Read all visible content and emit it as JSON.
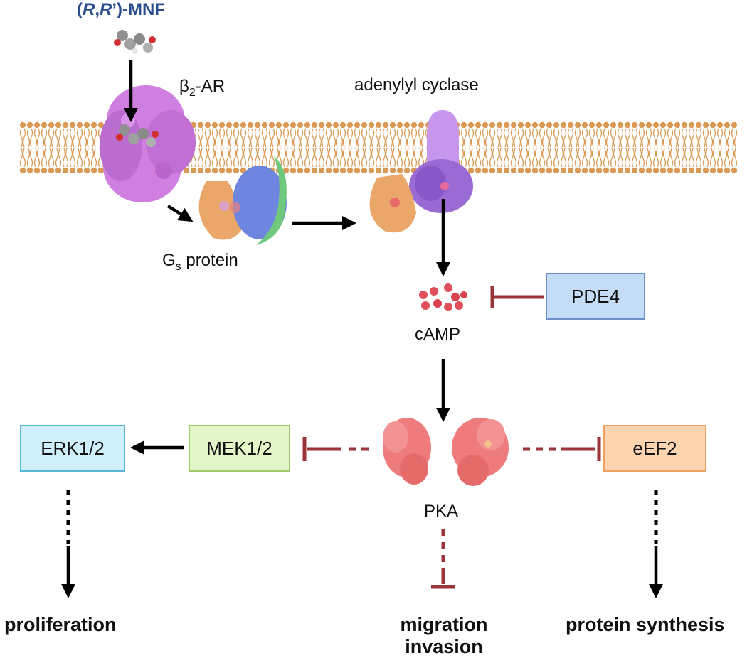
{
  "drug": {
    "prefix": "(",
    "r1": "R",
    "sep": ",",
    "r2": "R",
    "suffix": "’)-MNF",
    "color": "#2a4d8f"
  },
  "receptor": {
    "main": "β",
    "sub": "2",
    "rest": "-AR"
  },
  "cyclase_label": "adenylyl cyclase",
  "gprotein": {
    "main": "G",
    "sub": "s",
    "rest": " protein"
  },
  "camp_label": "cAMP",
  "pka_label": "PKA",
  "boxes": {
    "pde4": "PDE4",
    "erk": "ERK1/2",
    "mek": "MEK1/2",
    "eef2": "eEF2"
  },
  "outcomes": {
    "proliferation": "proliferation",
    "migration_line1": "migration",
    "migration_line2": "invasion",
    "protein_synthesis": "protein synthesis"
  },
  "colors": {
    "membrane": "#d99a55",
    "receptor": "#cf7fe0",
    "cyclase": "#c596ec",
    "gs_orange": "#eba66a",
    "gs_blue": "#6f86e0",
    "gs_green": "#6fc97c",
    "camp": "#e0505a",
    "pka": "#ee7c7c",
    "inhibit": "#9a3438",
    "pde4_fill": "#c5dcf7",
    "erk_fill": "#cfeffa",
    "mek_fill": "#e3f6c8",
    "eef2_fill": "#fcd4b0"
  }
}
